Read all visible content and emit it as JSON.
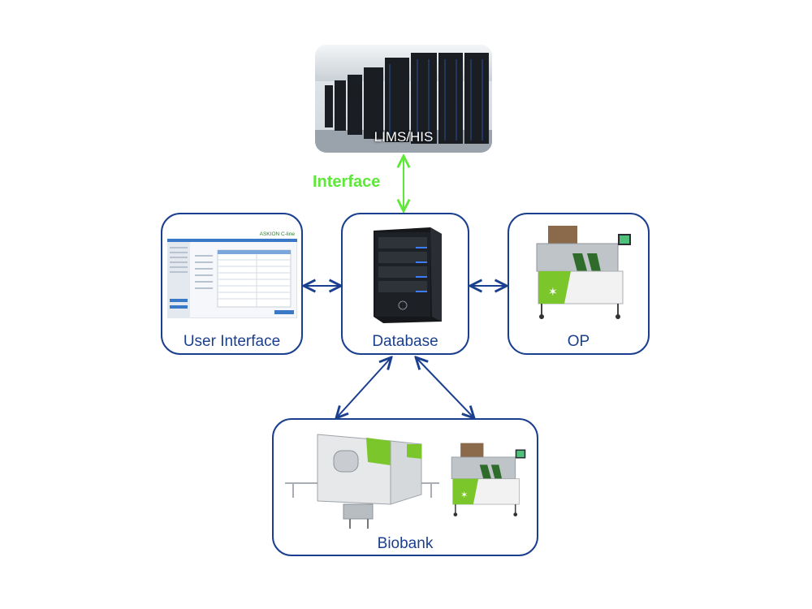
{
  "nodes": {
    "lims": {
      "label": "LIMS/HIS"
    },
    "user_interface": {
      "label": "User Interface",
      "screenshot_brand": "ASKION C-line"
    },
    "database": {
      "label": "Database"
    },
    "op": {
      "label": "OP"
    },
    "biobank": {
      "label": "Biobank"
    }
  },
  "edges": [
    {
      "from": "lims",
      "to": "database",
      "label": "Interface",
      "color": "#5ee83a",
      "bidirectional": true
    },
    {
      "from": "user_interface",
      "to": "database",
      "label": "",
      "color": "#1b3f8f",
      "bidirectional": true
    },
    {
      "from": "database",
      "to": "op",
      "label": "",
      "color": "#1b3f8f",
      "bidirectional": true
    },
    {
      "from": "database",
      "to": "biobank",
      "label": "",
      "color": "#1b3f8f",
      "bidirectional": true
    }
  ],
  "colors": {
    "box_border": "#1b3f8f",
    "interface_green": "#5ee83a",
    "machine_green": "#7bc62b"
  }
}
